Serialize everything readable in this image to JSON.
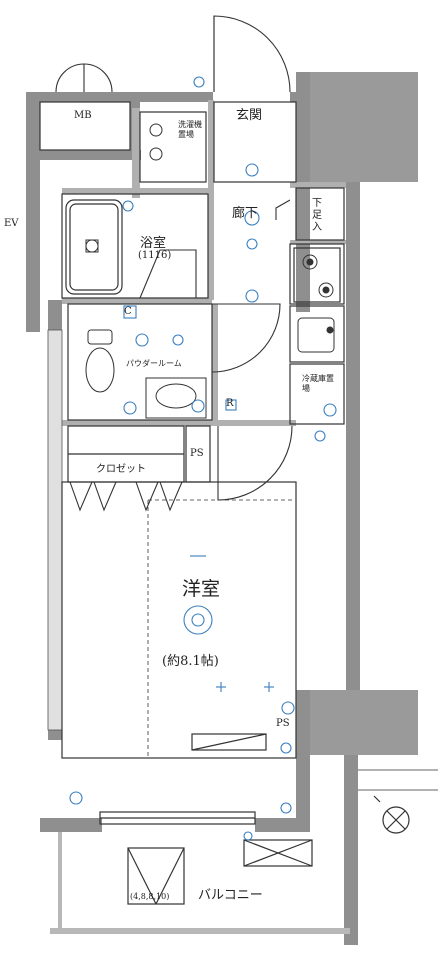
{
  "rooms": {
    "mb": "MB",
    "ev": "EV",
    "entrance": "玄関",
    "hallway": "廊下",
    "shoe_storage": "下足入",
    "bath": "浴室",
    "bath_size": "(1116)",
    "powder_room": "パウダールーム",
    "water_heater": "洗濯機置場",
    "fridge": "冷蔵庫置場",
    "closet": "クロゼット",
    "ps_inner": "PS",
    "western_room": "洋室",
    "western_size": "(約8.1帖)",
    "ps_outer": "PS",
    "balcony": "バルコニー",
    "evac_hatch": "(4,8,8,10)",
    "mark_c": "C",
    "mark_r": "R"
  },
  "colors": {
    "wall": "#8f8f8f",
    "wall_dark": "#6f6f6f",
    "line": "#333333",
    "fixture": "#3a7fc0",
    "background": "#ffffff"
  },
  "icons": [
    "compass-icon",
    "ceiling-light-icon",
    "door-swing-icon",
    "sink-icon",
    "toilet-icon",
    "stove-icon",
    "washer-icon"
  ]
}
